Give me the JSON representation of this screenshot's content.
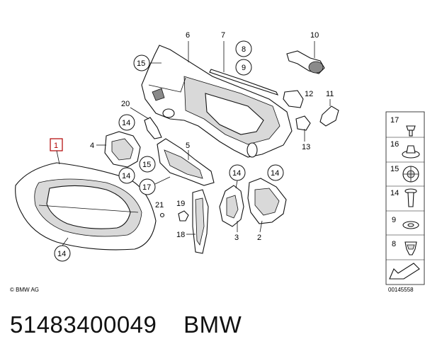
{
  "callouts": {
    "c1": "1",
    "c2": "2",
    "c3": "3",
    "c4": "4",
    "c5": "5",
    "c6": "6",
    "c7": "7",
    "c8": "8",
    "c9": "9",
    "c10": "10",
    "c11": "11",
    "c12": "12",
    "c13": "13",
    "c14a": "14",
    "c14b": "14",
    "c14c": "14",
    "c14d": "14",
    "c14e": "14",
    "c15a": "15",
    "c15b": "15",
    "c17": "17",
    "c18": "18",
    "c19": "19",
    "c20": "20",
    "c21": "21"
  },
  "legend": {
    "items": [
      "17",
      "16",
      "15",
      "14",
      "9",
      "8"
    ],
    "diagram_code": "00145558"
  },
  "copyright": "© BMW AG",
  "footer": {
    "part_number": "51483400049",
    "brand": "BMW"
  },
  "colors": {
    "highlight": "#b00000",
    "line": "#111111",
    "fill_light": "#d9d9d9"
  }
}
